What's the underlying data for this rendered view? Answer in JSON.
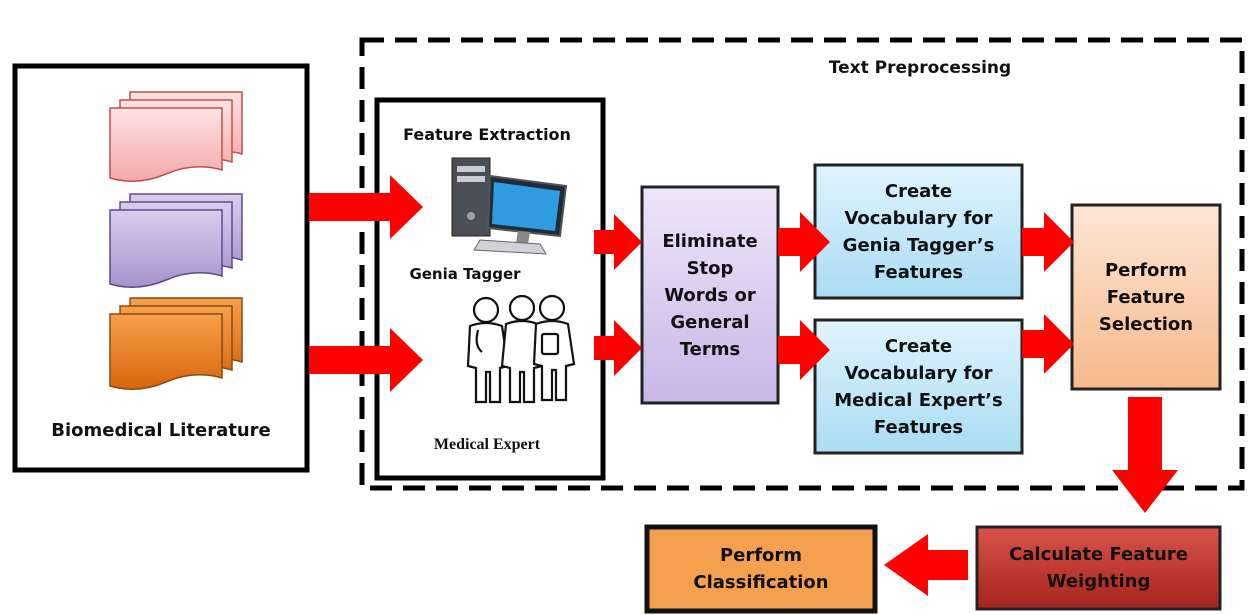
{
  "source": {
    "caption": "Biomedical Literature"
  },
  "preprocessing": {
    "title": "Text Preprocessing",
    "feature_extraction": {
      "title": "Feature Extraction",
      "genia_label": "Genia Tagger",
      "expert_label": "Medical Expert"
    },
    "eliminate": "Eliminate\nStop\nWords or\nGeneral\nTerms",
    "vocab_genia": "Create\nVocabulary for\nGenia Tagger’s\nFeatures",
    "vocab_expert": "Create\nVocabulary for\nMedical Expert’s\nFeatures",
    "feature_selection": "Perform\nFeature\nSelection"
  },
  "weighting": "Calculate Feature\nWeighting",
  "classification": "Perform\nClassification",
  "colors": {
    "arrow": "#ff0000",
    "doc_pink": "#f7b7b7",
    "doc_purple": "#b8a6d6",
    "doc_orange": "#e67e22",
    "eliminate_fill": "#d7c9ec",
    "vocab_fill": "#bfe6f7",
    "selection_fill": "#fbd2b3",
    "weighting_fill": "#c0392b",
    "classification_fill": "#f4a04f"
  }
}
